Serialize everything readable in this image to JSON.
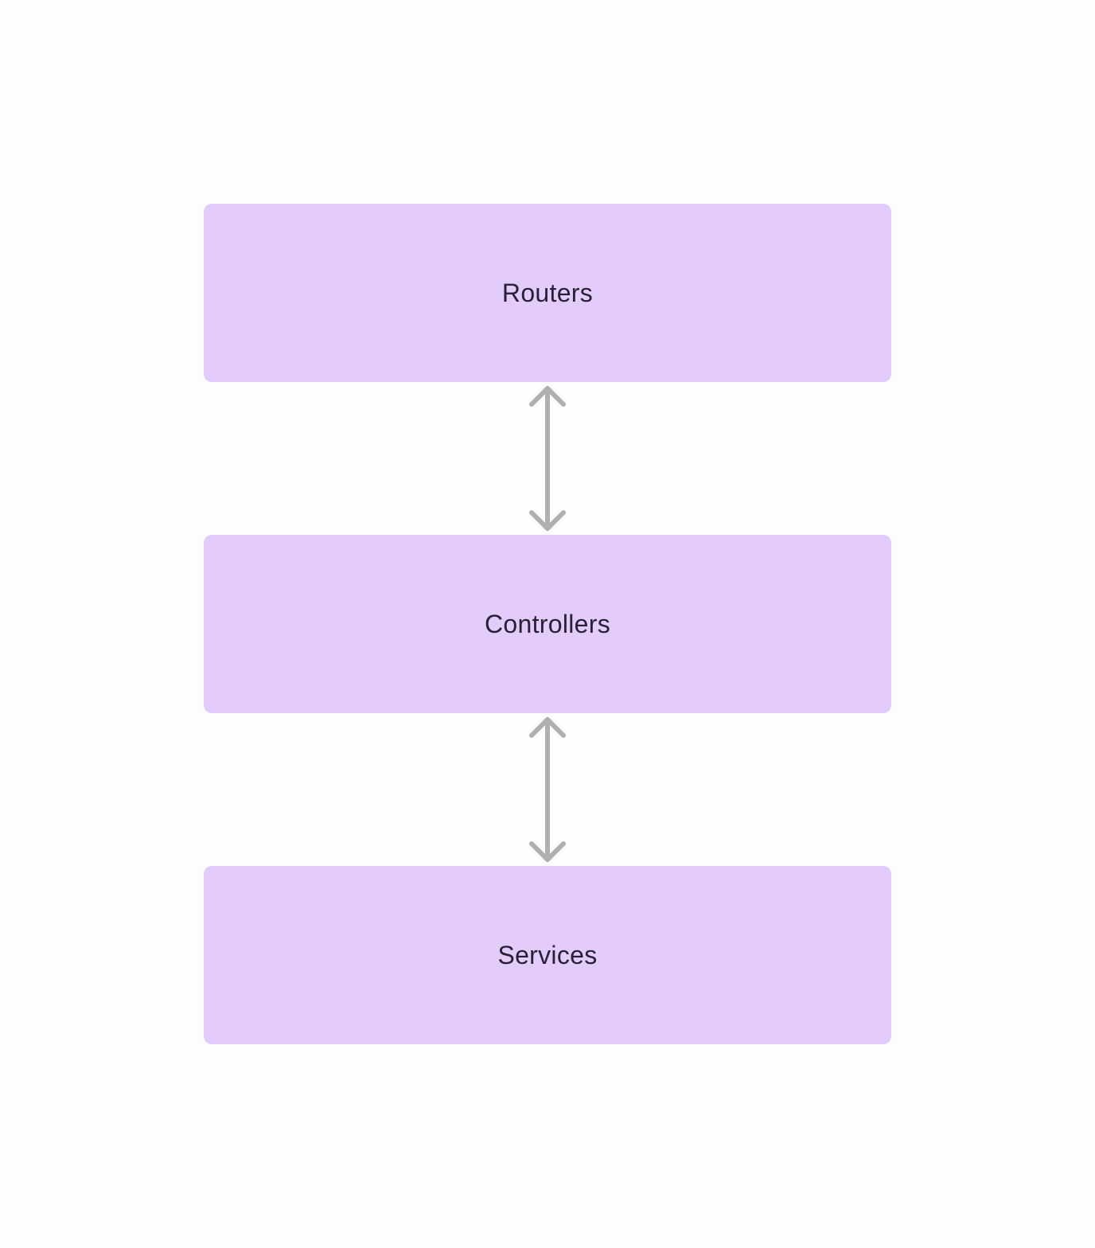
{
  "diagram": {
    "nodes": [
      {
        "id": "routers",
        "label": "Routers"
      },
      {
        "id": "controllers",
        "label": "Controllers"
      },
      {
        "id": "services",
        "label": "Services"
      }
    ],
    "edges": [
      {
        "from": "routers",
        "to": "controllers",
        "direction": "bidirectional"
      },
      {
        "from": "controllers",
        "to": "services",
        "direction": "bidirectional"
      }
    ]
  },
  "colors": {
    "background": "#fdfdfd",
    "node_fill": "#e3ccfc",
    "node_text": "#2a1f33",
    "arrow": "#b0b0b0"
  },
  "icons": {
    "connector": "double-headed-arrow-icon"
  }
}
